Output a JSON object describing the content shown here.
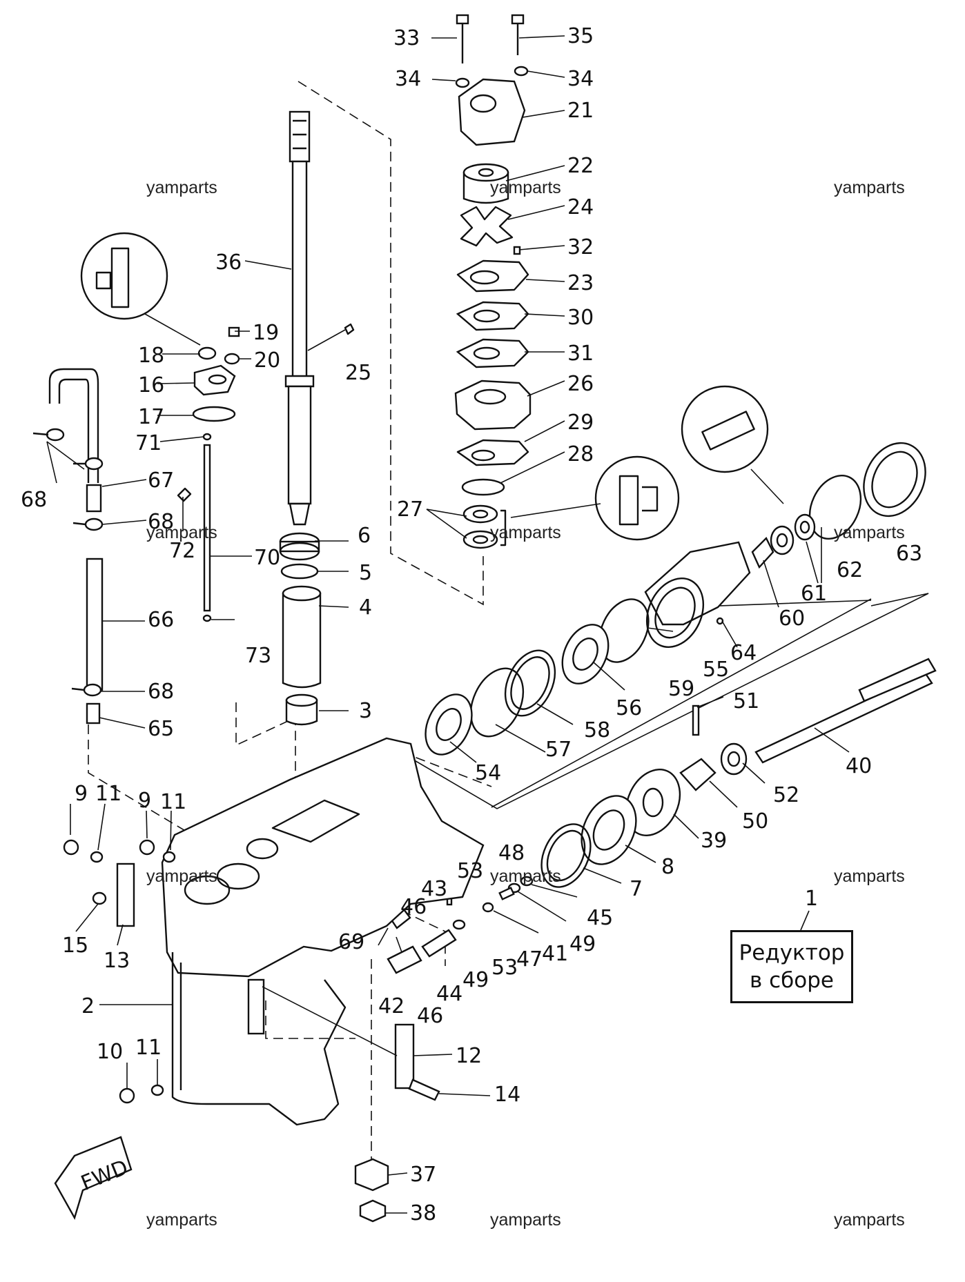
{
  "callouts": [
    {
      "num": "33"
    },
    {
      "num": "35"
    },
    {
      "num": "34"
    },
    {
      "num": "34"
    },
    {
      "num": "21"
    },
    {
      "num": "22"
    },
    {
      "num": "24"
    },
    {
      "num": "32"
    },
    {
      "num": "23"
    },
    {
      "num": "30"
    },
    {
      "num": "31"
    },
    {
      "num": "26"
    },
    {
      "num": "29"
    },
    {
      "num": "28"
    },
    {
      "num": "27"
    },
    {
      "num": "36"
    },
    {
      "num": "19"
    },
    {
      "num": "18"
    },
    {
      "num": "20"
    },
    {
      "num": "25"
    },
    {
      "num": "16"
    },
    {
      "num": "17"
    },
    {
      "num": "71"
    },
    {
      "num": "67"
    },
    {
      "num": "68"
    },
    {
      "num": "68"
    },
    {
      "num": "72"
    },
    {
      "num": "70"
    },
    {
      "num": "6"
    },
    {
      "num": "5"
    },
    {
      "num": "4"
    },
    {
      "num": "66"
    },
    {
      "num": "73"
    },
    {
      "num": "68"
    },
    {
      "num": "65"
    },
    {
      "num": "3"
    },
    {
      "num": "63"
    },
    {
      "num": "62"
    },
    {
      "num": "61"
    },
    {
      "num": "60"
    },
    {
      "num": "64"
    },
    {
      "num": "55"
    },
    {
      "num": "59"
    },
    {
      "num": "56"
    },
    {
      "num": "58"
    },
    {
      "num": "57"
    },
    {
      "num": "54"
    },
    {
      "num": "51"
    },
    {
      "num": "40"
    },
    {
      "num": "52"
    },
    {
      "num": "50"
    },
    {
      "num": "39"
    },
    {
      "num": "8"
    },
    {
      "num": "7"
    },
    {
      "num": "9"
    },
    {
      "num": "11"
    },
    {
      "num": "9"
    },
    {
      "num": "11"
    },
    {
      "num": "48"
    },
    {
      "num": "53"
    },
    {
      "num": "43"
    },
    {
      "num": "45"
    },
    {
      "num": "46"
    },
    {
      "num": "49"
    },
    {
      "num": "41"
    },
    {
      "num": "15"
    },
    {
      "num": "13"
    },
    {
      "num": "69"
    },
    {
      "num": "47"
    },
    {
      "num": "53"
    },
    {
      "num": "49"
    },
    {
      "num": "44"
    },
    {
      "num": "42"
    },
    {
      "num": "46"
    },
    {
      "num": "2"
    },
    {
      "num": "1"
    },
    {
      "num": "12"
    },
    {
      "num": "10"
    },
    {
      "num": "11"
    },
    {
      "num": "14"
    },
    {
      "num": "37"
    },
    {
      "num": "38"
    }
  ],
  "watermarks": [
    {
      "text": "yamparts"
    },
    {
      "text": "yamparts"
    },
    {
      "text": "yamparts"
    },
    {
      "text": "yamparts"
    },
    {
      "text": "yamparts"
    },
    {
      "text": "yamparts"
    },
    {
      "text": "yamparts"
    },
    {
      "text": "yamparts"
    },
    {
      "text": "yamparts"
    },
    {
      "text": "yamparts"
    },
    {
      "text": "yamparts"
    },
    {
      "text": "yamparts"
    }
  ],
  "assembly_box": {
    "line1": "Редуктор",
    "line2": "в сборе"
  },
  "fwd_marker": {
    "text": "FWD"
  }
}
